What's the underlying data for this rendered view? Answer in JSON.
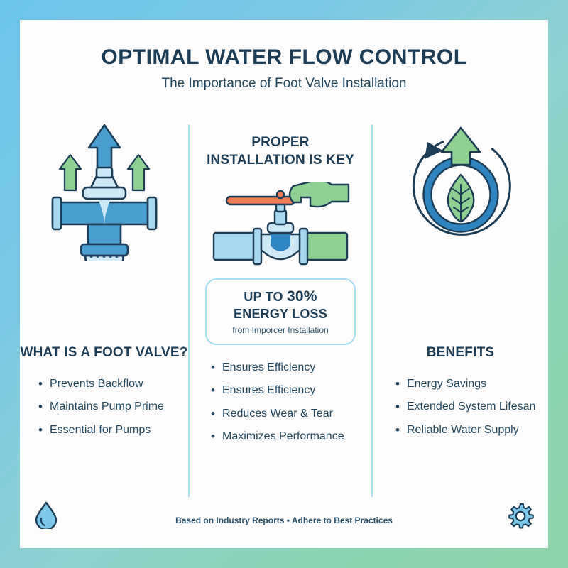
{
  "header": {
    "title": "OPTIMAL WATER FLOW CONTROL",
    "subtitle": "The Importance of Foot Valve Installation"
  },
  "colors": {
    "frame_start": "#6ec3ea",
    "frame_end": "#8ed3ab",
    "ink_dark": "#1d3c55",
    "body_text": "#23475f",
    "divider": "#a9ddf5",
    "pipe_blue": "#4a9fd0",
    "pipe_light": "#a8d8ef",
    "accent_green": "#8fcf92",
    "accent_orange": "#ef7b52",
    "callout_border": "#a6dcf4"
  },
  "columns": {
    "left": {
      "heading": "WHAT IS A FOOT VALVE?",
      "icon": "foot-valve-illustration",
      "bullets": [
        "Prevents Backflow",
        "Maintains Pump Prime",
        "Essential for Pumps"
      ]
    },
    "center": {
      "heading_line1": "PROPER",
      "heading_line2": "INSTALLATION IS KEY",
      "icon": "valve-wrench-illustration",
      "callout": {
        "line1_prefix": "UP TO ",
        "line1_value": "30%",
        "line2": "ENERGY LOSS",
        "sub": "from Imporcer Installation"
      },
      "bullets": [
        "Ensures Efficiency",
        "Ensures Efficiency",
        "Reduces Wear & Tear",
        "Maximizes Performance"
      ]
    },
    "right": {
      "heading": "BENEFITS",
      "icon": "eco-cycle-illustration",
      "bullets": [
        "Energy Savings",
        "Extended System Lifesan",
        "Reliable Water Supply"
      ]
    }
  },
  "footer": {
    "note": "Based on Industry Reports • Adhere to Best Practices",
    "left_icon": "water-drop-icon",
    "right_icon": "gear-icon"
  }
}
